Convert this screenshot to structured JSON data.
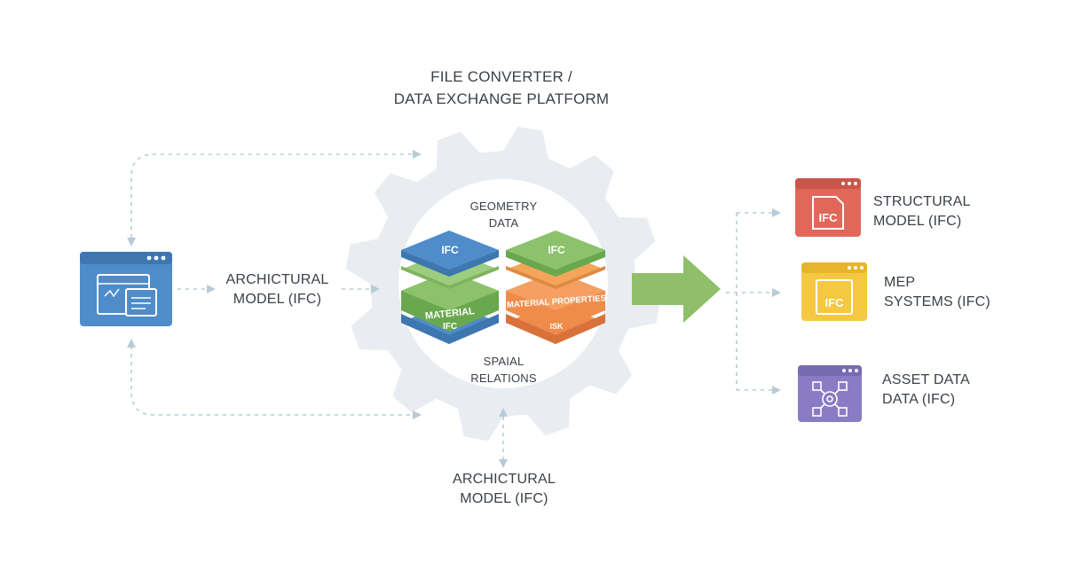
{
  "title": {
    "line1": "FILE CONVERTER /",
    "line2": "DATA EXCHANGE PLATFORM"
  },
  "source": {
    "line1": "ARCHICTURAL",
    "line2": "MODEL (IFC)"
  },
  "bottom_source": {
    "line1": "ARCHICTURAL",
    "line2": "MODEL (IFC)"
  },
  "hub": {
    "top_label": {
      "line1": "GEOMETRY",
      "line2": "DATA"
    },
    "bottom_label": {
      "line1": "SPAIAL",
      "line2": "RELATIONS"
    },
    "left_stack": {
      "top": "IFC",
      "band": "MATERIAL",
      "bottom": "IFC"
    },
    "right_stack": {
      "top": "IFC",
      "band": "MATERIAL PROPERTIES",
      "bottom": "ISK"
    }
  },
  "outputs": [
    {
      "line1": "STRUCTURAL",
      "line2": "MODEL (IFC)",
      "badge": "IFC",
      "color": "#e0675a",
      "icon": "ifc-file-icon"
    },
    {
      "line1": "MEP",
      "line2": "SYSTEMS (IFC)",
      "badge": "IFC",
      "color": "#f5c842",
      "icon": "ifc-file-icon"
    },
    {
      "line1": "ASSET DATA",
      "line2": "DATA (IFC)",
      "badge": "",
      "color": "#8a7cc4",
      "icon": "gear-grid-icon"
    }
  ],
  "colors": {
    "source_window": "#4f8cc9",
    "arrow": "#8fbf6a",
    "gear": "#e9edf1",
    "dashed": "#b7ccd6"
  }
}
